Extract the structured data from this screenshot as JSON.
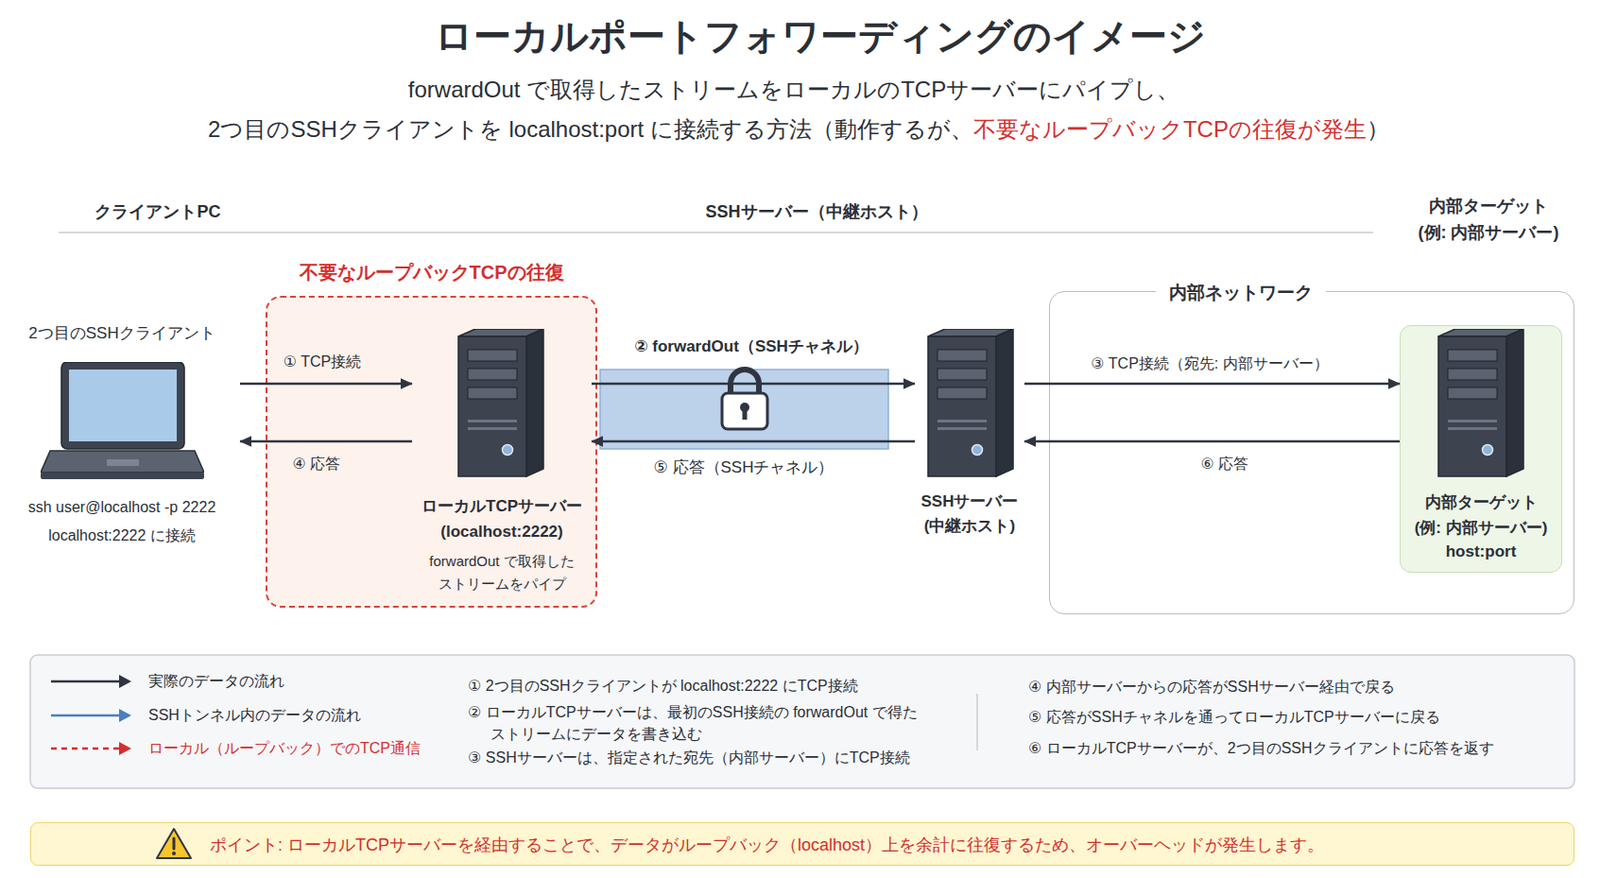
{
  "diagram": {
    "title": "ローカルポートフォワーディングのイメージ",
    "nodes": [
      {
        "text": [
          "2つ目のSSHクライアント",
          "ssh user@localhost -p 2222 localhost:2222 に接続"
        ]
      },
      {
        "text": [
          "不要なループバックTCPの往復"
        ]
      },
      {
        "text": [
          "ローカルTCPサーバー (localhost:2222)",
          "forwardOut で取得した ストリームをパイプ"
        ],
        "in": 1
      },
      {
        "text": [
          "SSHサーバー (中継ホスト)"
        ]
      },
      {
        "text": [
          "内部ネットワーク"
        ]
      },
      {
        "text": [
          "内部ターゲット",
          "(例: 内部サーバー)",
          "host:port"
        ],
        "in": 4
      },
      {
        "text": [
          "ポイント: ローカルTCPサーバーを経由することで、データがループバック（localhost）上を余計に往復するため、オーバーヘッドが発生します。"
        ]
      }
    ],
    "edges": [
      {
        "from": 0,
        "to": 2,
        "arrow": "to",
        "label": "① TCP接続"
      },
      {
        "from": 2,
        "to": 0,
        "arrow": "to",
        "label": "④ 応答"
      },
      {
        "from": 2,
        "to": 3,
        "arrow": "to",
        "label": "② forwardOut（SSHチャネル）"
      },
      {
        "from": 3,
        "to": 2,
        "arrow": "to",
        "label": "⑤ 応答（SSHチャネル）"
      },
      {
        "from": 3,
        "to": 5,
        "arrow": "to",
        "label": "③ TCP接続（宛先: 内部サーバー）"
      },
      {
        "from": 5,
        "to": 3,
        "arrow": "to",
        "label": "⑥ 応答"
      }
    ],
    "labels": [
      "forwardOut で取得したストリームをローカルのTCPサーバーにパイプし、",
      "2つ目のSSHクライアントを localhost:port に接続する方法（動作するが、",
      "不要なループバックTCPの往復が発生",
      "）",
      "クライアントPC",
      "SSHサーバー（中継ホスト）",
      "内部ターゲット",
      "(例: 内部サーバー)",
      "① 2つ目のSSHクライアントが localhost:2222 にTCP接続",
      "② ローカルTCPサーバーは、最初のSSH接続の forwardOut で得た ストリームにデータを書き込む",
      "③ SSHサーバーは、指定された宛先（内部サーバー）にTCP接続",
      "④ 内部サーバーからの応答がSSHサーバー経由で戻る",
      "⑤ 応答がSSHチャネルを通ってローカルTCPサーバーに戻る",
      "⑥ ローカルTCPサーバーが、2つ目のSSHクライアントに応答を返す"
    ],
    "legend": [
      {
        "text": "実際のデータの流れ"
      },
      {
        "text": "SSHトンネル内のデータの流れ"
      },
      {
        "text": "ローカル（ループバック）でのTCP通信"
      }
    ]
  }
}
